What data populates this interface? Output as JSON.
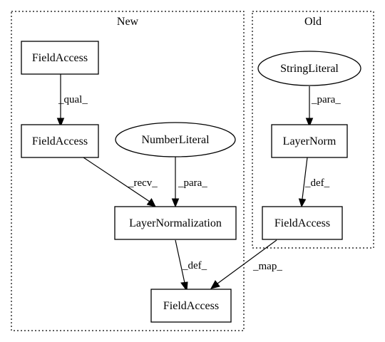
{
  "clusters": {
    "new": {
      "label": "New"
    },
    "old": {
      "label": "Old"
    }
  },
  "nodes": {
    "new_fieldaccess_top": {
      "label": "FieldAccess"
    },
    "new_fieldaccess_mid": {
      "label": "FieldAccess"
    },
    "new_numberliteral": {
      "label": "NumberLiteral"
    },
    "new_layernormalization": {
      "label": "LayerNormalization"
    },
    "fieldaccess_bottom": {
      "label": "FieldAccess"
    },
    "old_stringliteral": {
      "label": "StringLiteral"
    },
    "old_layernorm": {
      "label": "LayerNorm"
    },
    "old_fieldaccess": {
      "label": "FieldAccess"
    }
  },
  "edges": {
    "qual": {
      "label": "_qual_"
    },
    "recv": {
      "label": "_recv_"
    },
    "para_new": {
      "label": "_para_"
    },
    "def_new": {
      "label": "_def_"
    },
    "para_old": {
      "label": "_para_"
    },
    "def_old": {
      "label": "_def_"
    },
    "map": {
      "label": "_map_"
    }
  }
}
